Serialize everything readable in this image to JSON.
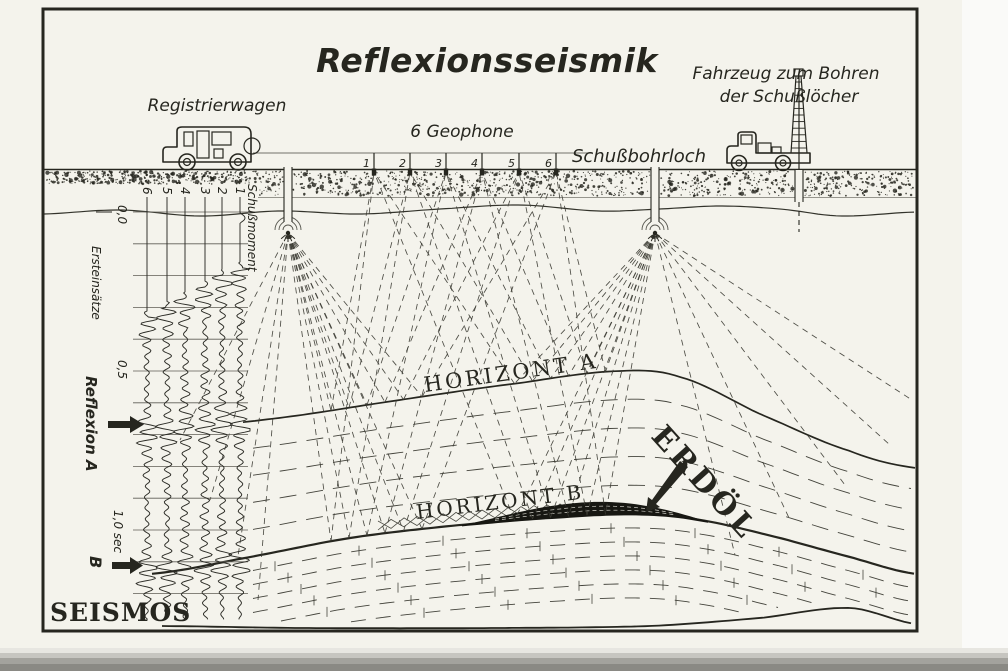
{
  "title": "Reflexionsseismik",
  "scene_labels": {
    "registrierwagen": "Registrierwagen",
    "geophones": "6 Geophone",
    "schussbohrloch": "Schußbohrloch",
    "drill_vehicle_line1": "Fahrzeug zum Bohren",
    "drill_vehicle_line2": "der Schußlöcher",
    "horizont_a": "HORIZONT A",
    "horizont_b": "HORIZONT B",
    "erdoel": "ERDÖL",
    "logo": "SEISMOS"
  },
  "geophone_numbers": [
    "1",
    "2",
    "3",
    "4",
    "5",
    "6"
  ],
  "seismogram": {
    "trace_numbers": [
      "6",
      "5",
      "4",
      "3",
      "2",
      "1"
    ],
    "shot_moment": "Schußmoment",
    "first_arrivals": "Ersteinsätze",
    "time_0": "0,0",
    "time_05": "0,5",
    "time_10": "1,0 sec",
    "reflection_a": "Reflexion A",
    "reflection_b": "B"
  },
  "colors": {
    "ink": "#26261f",
    "paper": "#f4f3ec",
    "paper_bright": "#fafaf8",
    "ray": "#3b3b33",
    "gray_line": "#8c8c84",
    "lens": "#171712",
    "edge_light": "#e7e6e1",
    "edge_mid": "#c6c5c0",
    "edge_dark": "#a3a29d",
    "edge_darkest": "#8a8984"
  }
}
